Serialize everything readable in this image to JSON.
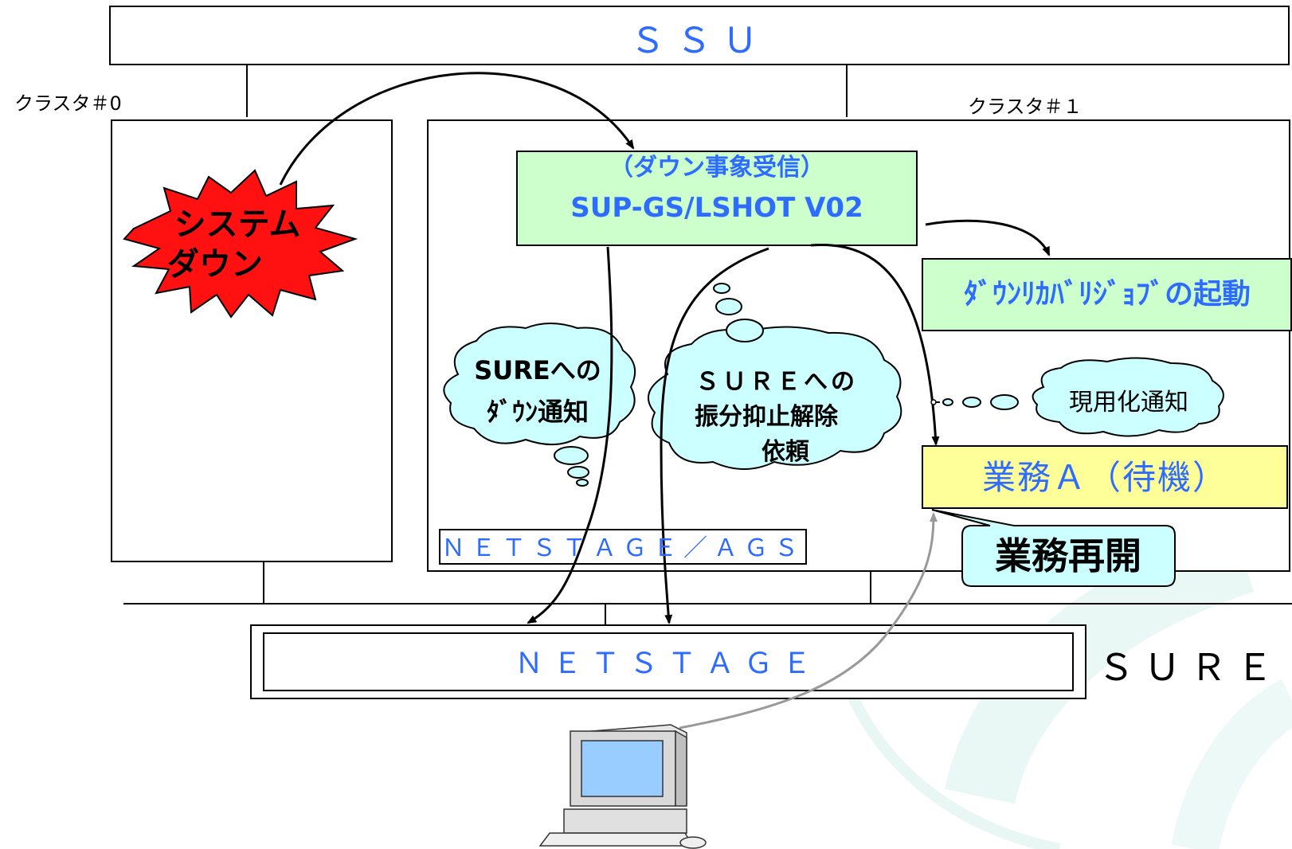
{
  "ssu": {
    "title": "ＳＳＵ"
  },
  "clusters": {
    "c0": "クラスタ＃0",
    "c1": "クラスタ＃１"
  },
  "explosion": {
    "line1": "システム",
    "line2": "ダウン"
  },
  "receiver": {
    "line1": "（ダウン事象受信）",
    "line2": "SUP-GS/LSHOT V02"
  },
  "recovery_job": "ﾀﾞｳﾝﾘｶﾊﾞﾘｼﾞｮﾌﾞの起動",
  "bubbles": {
    "down_notify": {
      "line1": "SUREへの",
      "line2": "ﾀﾞｳﾝ通知"
    },
    "release_request": {
      "line1": "ＳＵＲＥへの",
      "line2": "振分抑止解除",
      "line3": "依頼"
    },
    "activation": "現用化通知"
  },
  "business_box": "業務Ａ（待機）",
  "resume_callout": "業務再開",
  "netstage_ags": "ＮＥＴＳＴＡＧＥ／ＡＧＳ",
  "netstage": "ＮＥＴＳＴＡＧＥ",
  "sure": "ＳＵＲＥ",
  "colors": {
    "blue_text": "#2e6bff",
    "green_box": "#ccffcc",
    "yellow_box": "#ffff99",
    "callout": "#ccffff",
    "explosion": "#ff1111",
    "bubble": "#ccffff",
    "watermark": "#d8f2ec"
  },
  "icons": {
    "computer": "desktop-computer-icon"
  }
}
